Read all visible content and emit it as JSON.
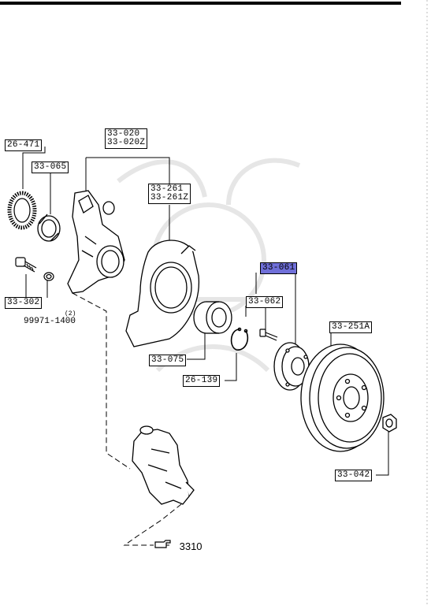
{
  "labels": {
    "l_26_471": "26-471",
    "l_33_065": "33-065",
    "l_33_020": "33-020\n33-020Z",
    "l_33_261": "33-261\n33-261Z",
    "l_33_302": "33-302",
    "l_99971": "99971-1400",
    "l_qty2": "(2)",
    "l_33_061": "33-061",
    "l_33_062": "33-062",
    "l_33_251a": "33-251A",
    "l_33_075": "33-075",
    "l_26_139": "26-139",
    "l_33_042": "33-042",
    "l_3310": "3310"
  },
  "highlight_color": "#6f6fd8",
  "ref_icon": "pointing-hand-icon"
}
